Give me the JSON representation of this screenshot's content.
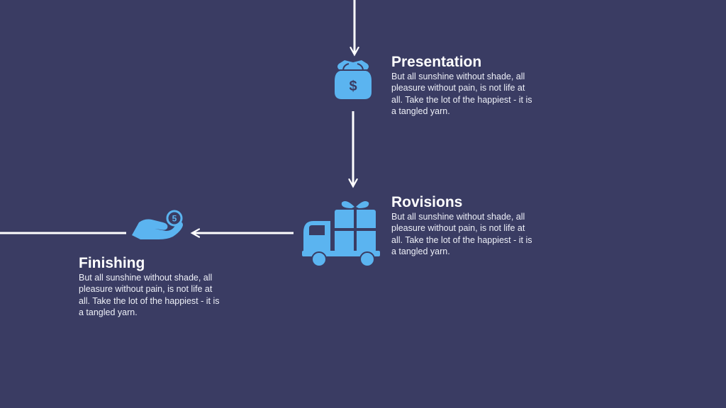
{
  "diagram": {
    "colors": {
      "background": "#3a3c63",
      "connector": "#ffffff",
      "icon": "#5bb4f0"
    },
    "steps": [
      {
        "title": "Presentation",
        "body": "But all sunshine without shade, all pleasure without pain, is not life at all. Take the lot of the happiest - it is a tangled yarn.",
        "icon": "money-bag-icon"
      },
      {
        "title": "Rovisions",
        "body": "But all sunshine without shade, all pleasure without pain, is not life at all. Take the lot of the happiest - it is a tangled yarn.",
        "icon": "delivery-truck-gift-icon"
      },
      {
        "title": "Finishing",
        "body": "But all sunshine without shade, all pleasure without pain, is not life at all. Take the lot of the happiest - it is a tangled yarn.",
        "icon": "hand-coin-icon"
      }
    ]
  }
}
